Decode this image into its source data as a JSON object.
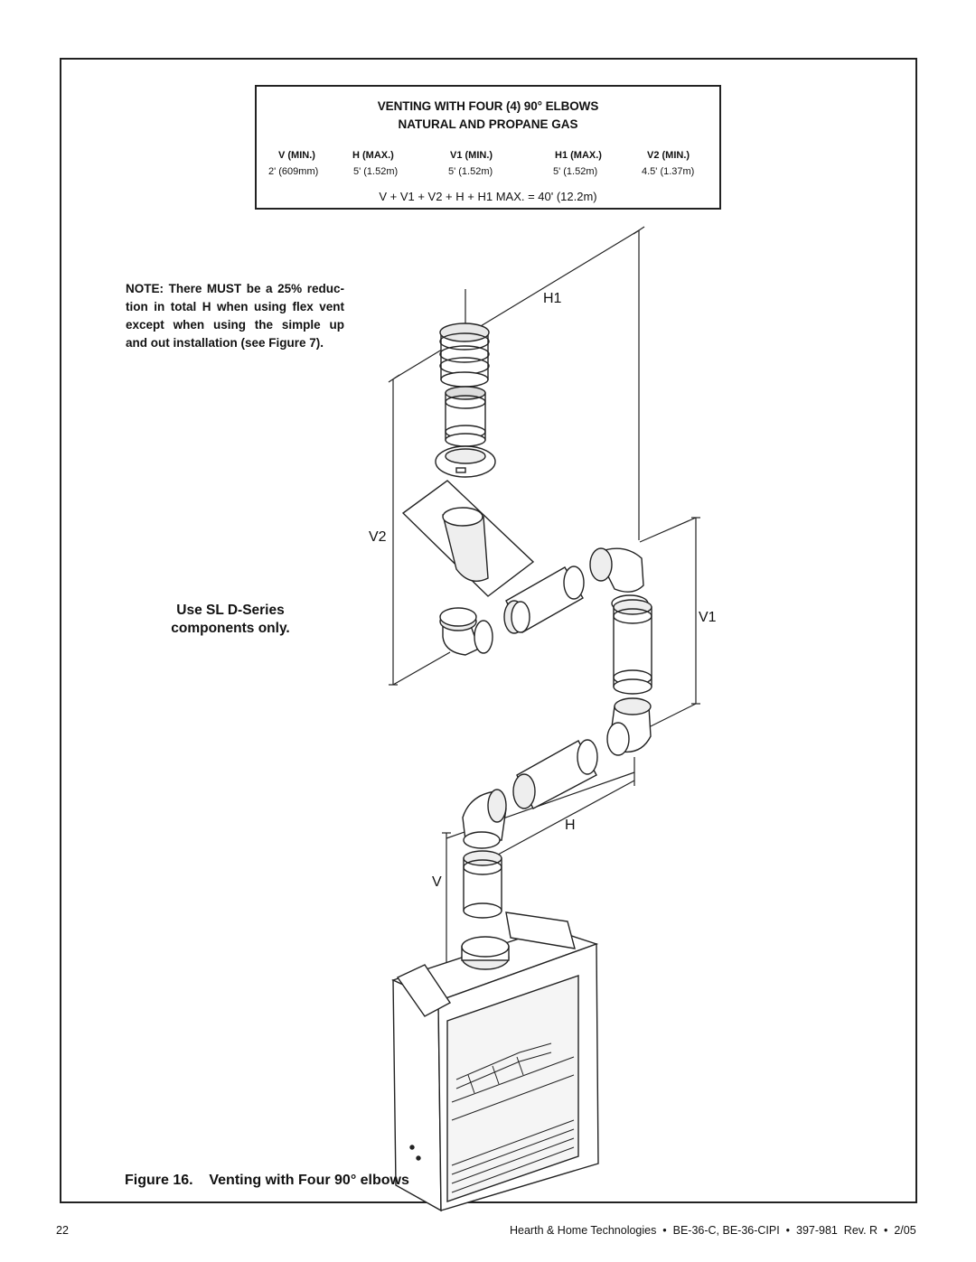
{
  "table": {
    "title_line1": "VENTING WITH FOUR (4) 90° ELBOWS",
    "title_line2": "NATURAL AND PROPANE GAS",
    "headers": [
      "V (MIN.)",
      "H (MAX.)",
      "V1 (MIN.)",
      "H1 (MAX.)",
      "V2 (MIN.)"
    ],
    "values": [
      "2' (609mm)",
      "5' (1.52m)",
      "5' (1.52m)",
      "5' (1.52m)",
      "4.5' (1.37m)"
    ],
    "formula": "V + V1 + V2 + H + H1 MAX. = 40' (12.2m)"
  },
  "note": {
    "lines": [
      "NOTE: There MUST be a 25% reduc-",
      "tion in total H when using flex vent",
      "except when using the simple up",
      "and out installation (see Figure 7)."
    ]
  },
  "use_text": {
    "line1": "Use SL D-Series",
    "line2": "components only."
  },
  "labels": {
    "h1": "H1",
    "v2": "V2",
    "v1": "V1",
    "h": "H",
    "v": "V"
  },
  "caption": "Figure 16.    Venting with Four 90° elbows",
  "page_number": "22",
  "footer": "Hearth & Home Technologies  •  BE-36-C, BE-36-CIPI  •  397-981  Rev. R  •  2/05"
}
